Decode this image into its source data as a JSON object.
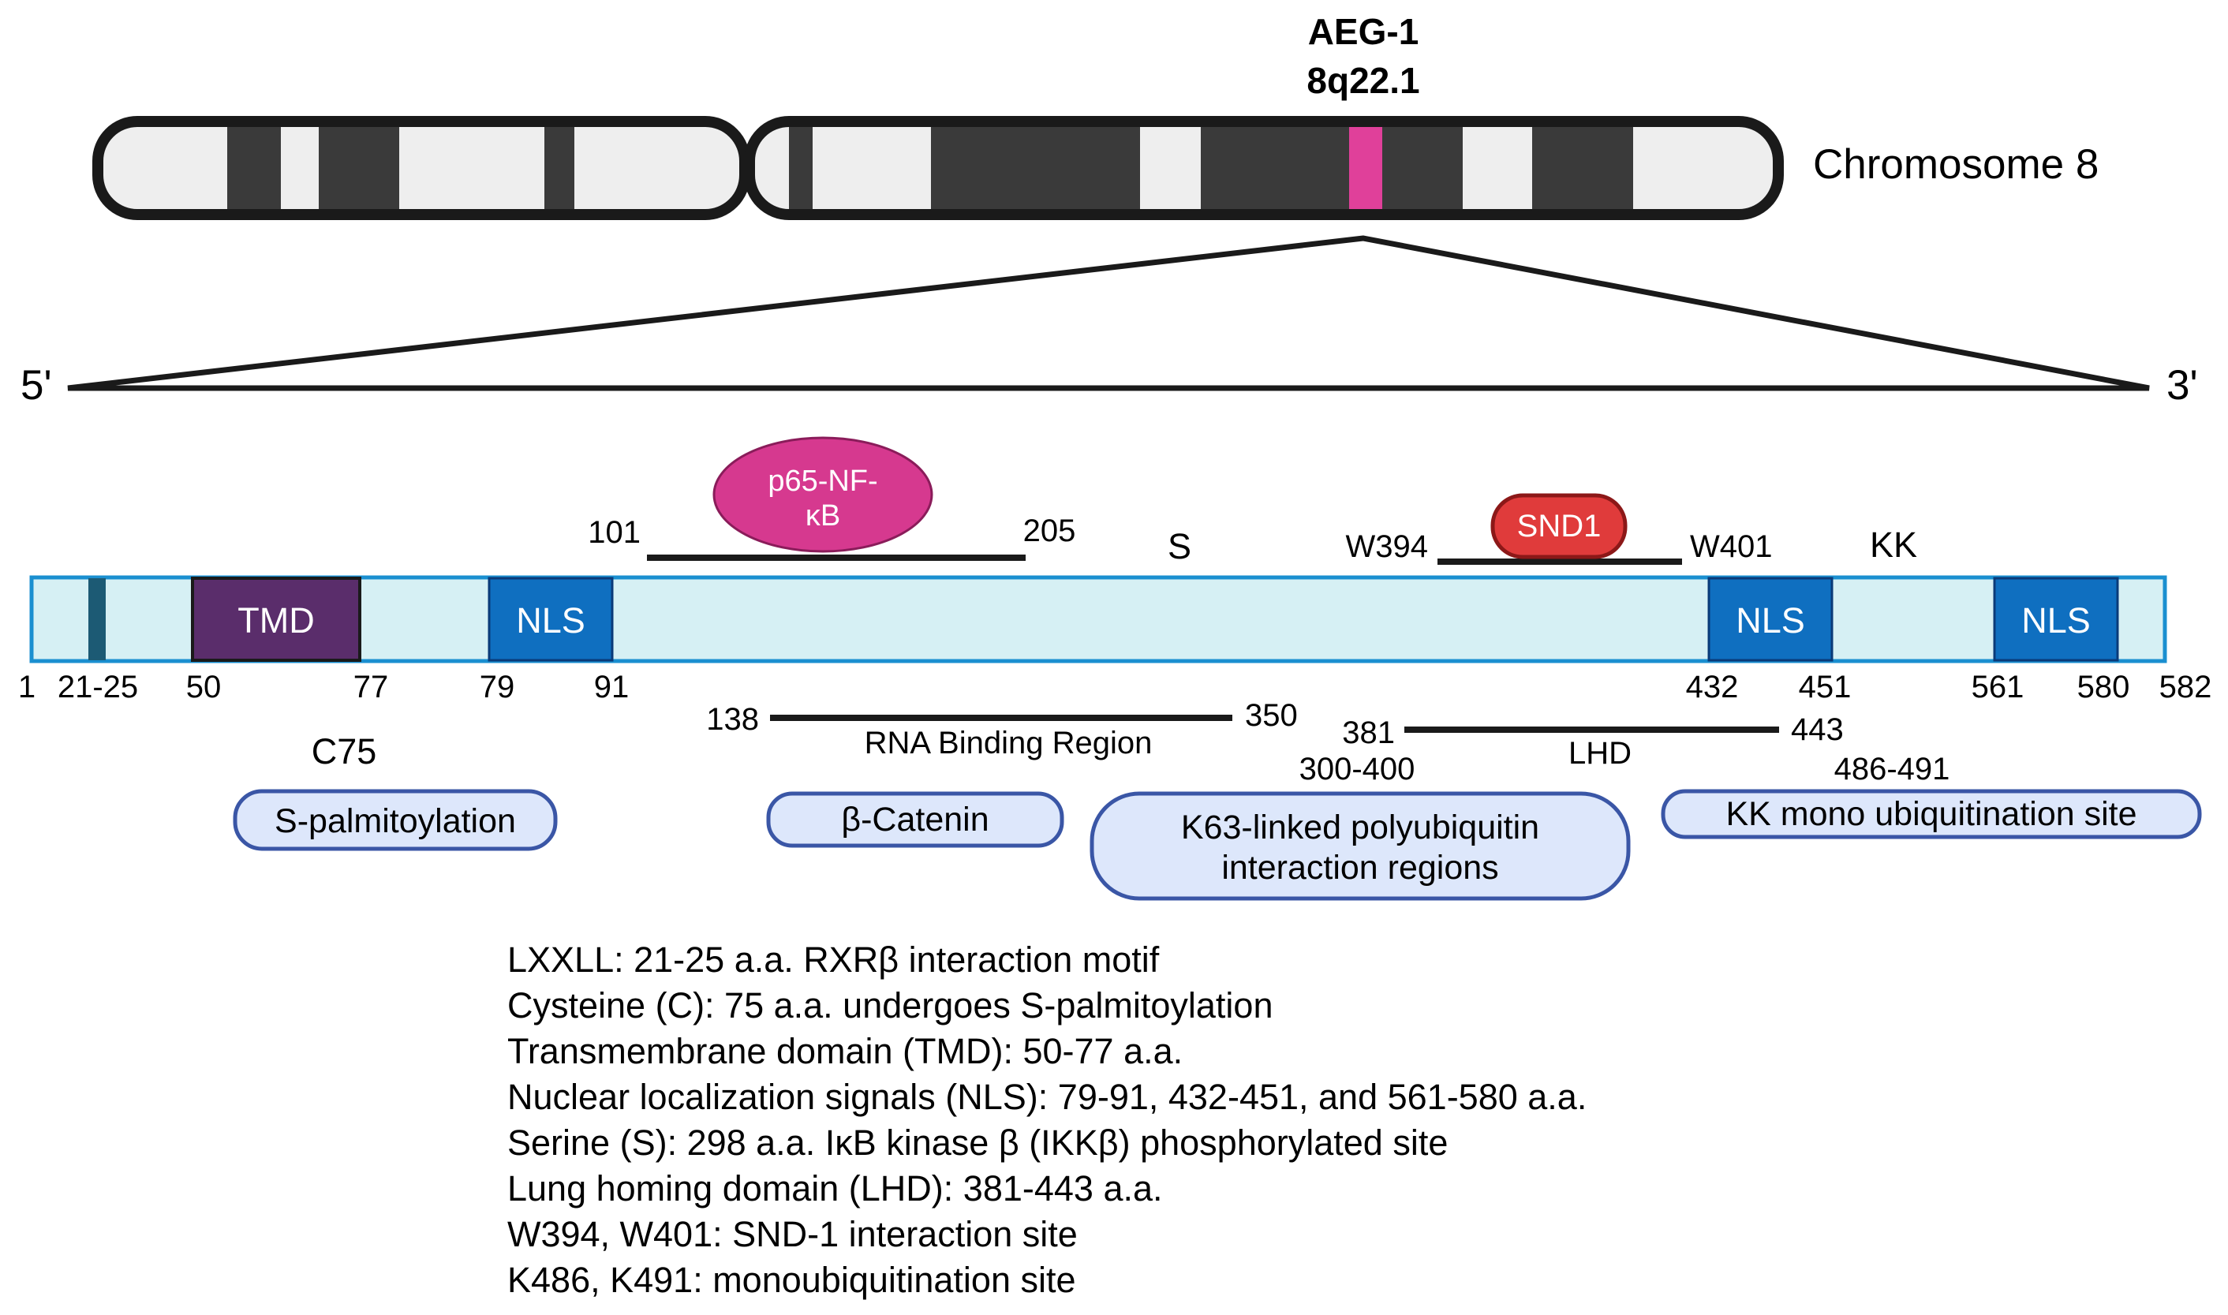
{
  "gene": {
    "name": "AEG-1",
    "locus": "8q22.1"
  },
  "chromosome": {
    "label": "Chromosome 8"
  },
  "strand": {
    "five_prime": "5'",
    "three_prime": "3'"
  },
  "domains": {
    "tmd": "TMD",
    "nls1": "NLS",
    "nls2": "NLS",
    "nls3": "NLS"
  },
  "binding_partners": {
    "p65": [
      "p65-NF-",
      "κB"
    ],
    "snd1": "SND1"
  },
  "upper_labels": {
    "p65_start": "101",
    "p65_end": "205",
    "serine": "S",
    "snd1_start": "W394",
    "snd1_end": "W401",
    "lysines": "KK"
  },
  "positions": [
    "1",
    "21-25",
    "50",
    "77",
    "79",
    "91",
    "432",
    "451",
    "561",
    "580",
    "582"
  ],
  "regions": {
    "rna_start": "138",
    "rna_end": "350",
    "rna_label": "RNA Binding Region",
    "lhd_start": "381",
    "lhd_end": "443",
    "lhd_label": "LHD"
  },
  "site_labels": {
    "c75": "C75",
    "range_300_400": "300-400",
    "range_486_491": "486-491"
  },
  "pills": {
    "palmitoylation": "S-palmitoylation",
    "catenin": "β-Catenin",
    "k63": [
      "K63-linked polyubiquitin",
      "interaction regions"
    ],
    "kk_mono": "KK mono ubiquitination site"
  },
  "legend": [
    "LXXLL: 21-25 a.a. RXRβ interaction motif",
    "Cysteine (C): 75 a.a. undergoes S-palmitoylation",
    "Transmembrane domain (TMD): 50-77 a.a.",
    "Nuclear localization signals (NLS): 79-91, 432-451, and 561-580 a.a.",
    "Serine (S): 298 a.a. IκB kinase β (IKKβ) phosphorylated site",
    "Lung homing domain (LHD): 381-443 a.a.",
    "W394, W401: SND-1 interaction site",
    "K486, K491: monoubiquitination site"
  ],
  "colors": {
    "highlight_band": "#e0409a",
    "dark_band": "#3a3a3a",
    "chromosome_fill": "#eeeeee",
    "protein_fill": "#d6f0f4",
    "protein_border": "#1a8fd0",
    "tmd_fill": "#5a2d6b",
    "nls_fill": "#0f6fc0",
    "motif_fill": "#1c5a74",
    "p65_fill": "#d6398f",
    "snd1_fill": "#e03b3b",
    "pill_fill": "#dde7fb",
    "pill_border": "#3a56a6"
  }
}
